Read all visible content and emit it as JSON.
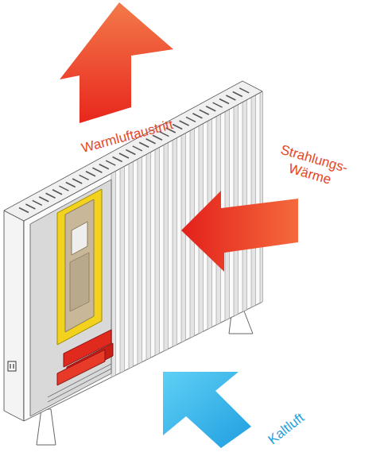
{
  "diagram": {
    "labels": [
      "Warmluftaustritt",
      "Strahlungs- Wärme",
      "Kaltluft"
    ]
  }
}
